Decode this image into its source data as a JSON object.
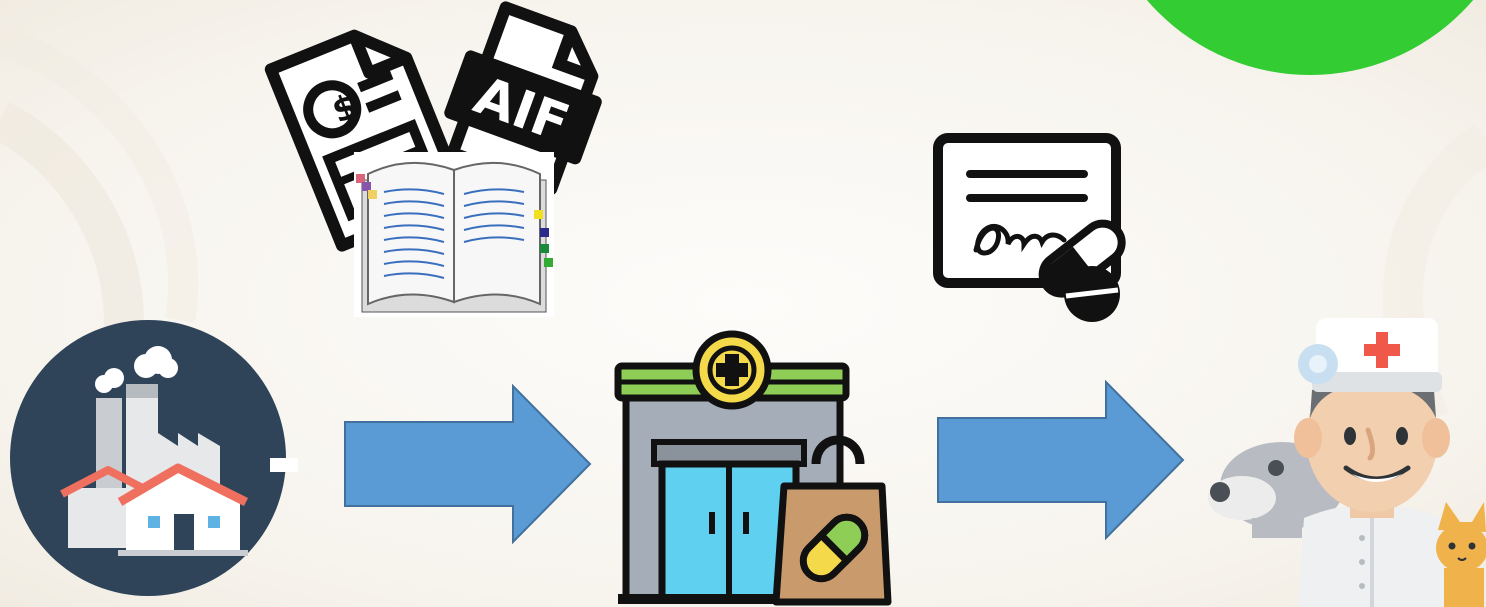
{
  "slide": {
    "background": "#f8f6f1",
    "accent_green": "#33cc33",
    "arrow_color": "#5b9bd5"
  },
  "icons": {
    "factory": "factory-icon",
    "documents": "documents-icon",
    "document_badge": "AIF",
    "invoice_symbol": "$",
    "book": "open-book-icon",
    "prescription": "prescription-icon",
    "pharmacy": "pharmacy-store-icon",
    "veterinarian": "veterinarian-icon",
    "check": "check-badge-icon"
  },
  "flow": [
    "factory",
    "pharmacy",
    "veterinarian"
  ]
}
